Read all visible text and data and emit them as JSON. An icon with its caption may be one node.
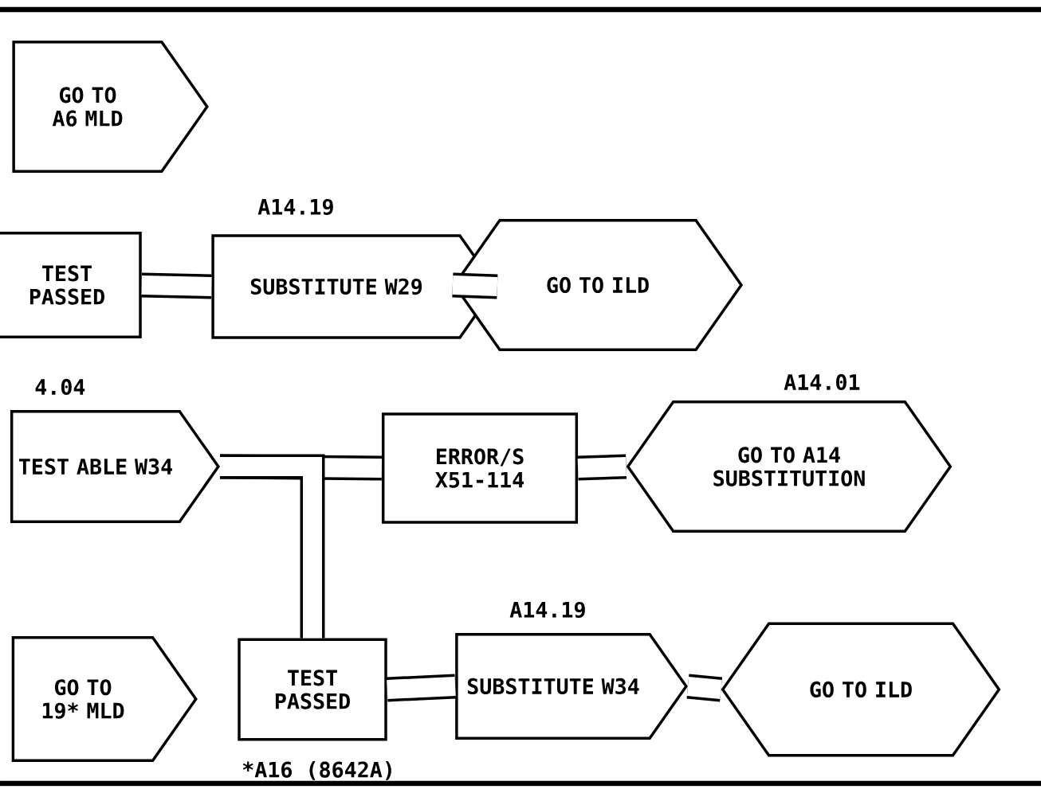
{
  "diagram": {
    "nodes": [
      {
        "text": [
          "GO TO A6 MLD"
        ]
      },
      {
        "text": [
          "TEST PASSED"
        ]
      },
      {
        "text": [
          "SUBSTITUTE W29"
        ],
        "beside": [
          "A14.19"
        ]
      },
      {
        "text": [
          "GO TO ILD"
        ]
      },
      {
        "text": [
          "TEST ABLE W34"
        ],
        "beside": [
          "4.04"
        ]
      },
      {
        "text": [
          "ERROR/S X51-114"
        ]
      },
      {
        "text": [
          "GO TO A14 SUBSTITUTION"
        ],
        "beside": [
          "A14.01"
        ]
      },
      {
        "text": [
          "GO TO 19* MLD"
        ]
      },
      {
        "text": [
          "TEST PASSED"
        ],
        "beside": [
          "*A16 (8642A)"
        ]
      },
      {
        "text": [
          "SUBSTITUTE W34"
        ],
        "beside": [
          "A14.19"
        ]
      },
      {
        "text": [
          "GO TO ILD"
        ]
      }
    ],
    "edges": [
      {
        "from": 1,
        "to": 2,
        "arrow": "none"
      },
      {
        "from": 2,
        "to": 3,
        "arrow": "none"
      },
      {
        "from": 4,
        "to": 5,
        "arrow": "none"
      },
      {
        "from": 5,
        "to": 6,
        "arrow": "none"
      },
      {
        "from": 4,
        "to": 8,
        "arrow": "none"
      },
      {
        "from": 8,
        "to": 9,
        "arrow": "none"
      },
      {
        "from": 9,
        "to": 10,
        "arrow": "none"
      }
    ]
  }
}
